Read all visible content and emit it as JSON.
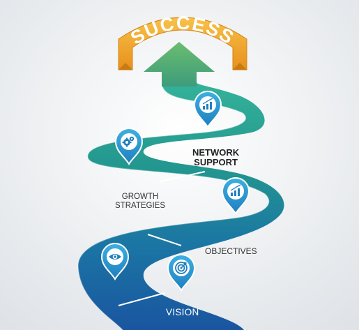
{
  "banner": {
    "text": "SUCCESS"
  },
  "labels": {
    "network_support": [
      "NETWORK",
      "SUPPORT"
    ],
    "growth_strategies": [
      "GROWTH",
      "STRATEGIES"
    ],
    "objectives": "OBJECTIVES",
    "vision": "VISION"
  },
  "pins": [
    {
      "name": "chart-pin-top",
      "icon": "bar-chart-icon"
    },
    {
      "name": "gears-pin",
      "icon": "gears-icon"
    },
    {
      "name": "chart-pin-middle",
      "icon": "bar-chart-icon"
    },
    {
      "name": "eye-pin",
      "icon": "eye-icon"
    },
    {
      "name": "target-pin",
      "icon": "target-icon"
    }
  ],
  "colors": {
    "background": "#eef0f2",
    "road_top": "#2aa59c",
    "road_bottom": "#1a5fa6",
    "arrow": "#5cae74",
    "banner": "#f1a32a",
    "pin": "#2a98cf"
  }
}
